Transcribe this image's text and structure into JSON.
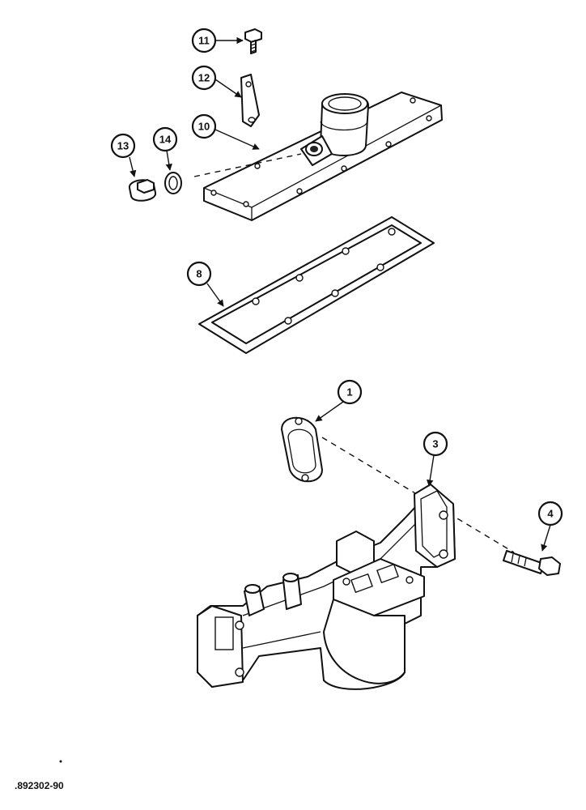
{
  "diagram": {
    "figure_code": ".892302-90",
    "callouts": [
      {
        "id": "11",
        "label": "11"
      },
      {
        "id": "12",
        "label": "12"
      },
      {
        "id": "10",
        "label": "10"
      },
      {
        "id": "13",
        "label": "13"
      },
      {
        "id": "14",
        "label": "14"
      },
      {
        "id": "8",
        "label": "8"
      },
      {
        "id": "1",
        "label": "1"
      },
      {
        "id": "3",
        "label": "3"
      },
      {
        "id": "4",
        "label": "4"
      }
    ]
  }
}
